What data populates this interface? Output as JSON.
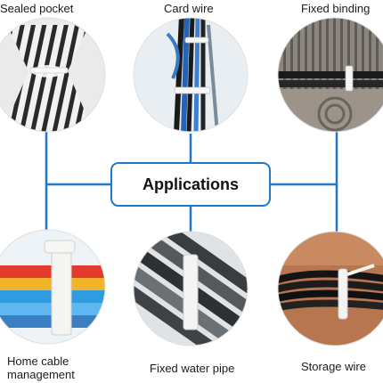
{
  "center": {
    "title": "Applications"
  },
  "items": [
    {
      "label": "Sealed pocket"
    },
    {
      "label": "Card wire"
    },
    {
      "label": "Fixed binding"
    },
    {
      "label_line1": "Home cable",
      "label_line2": "management"
    },
    {
      "label": "Fixed water pipe"
    },
    {
      "label": "Storage wire"
    }
  ],
  "colors": {
    "connector": "#1f78c8",
    "background": "#ffffff"
  }
}
